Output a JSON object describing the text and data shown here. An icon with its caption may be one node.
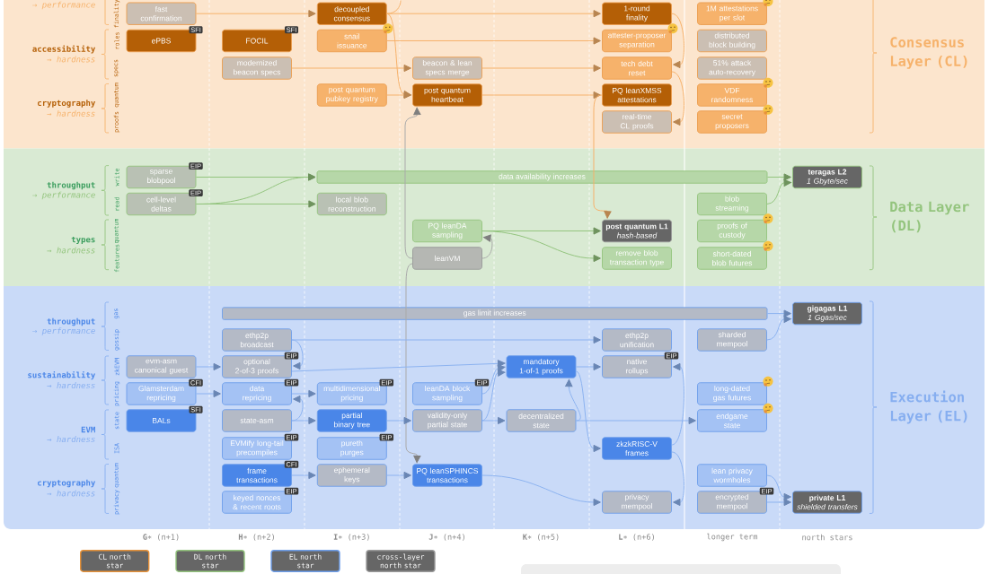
{
  "diagram": {
    "nodes": [
      {
        "text": [
          "Consensus Layer (CL)"
        ]
      },
      {
        "text": [
          "fast confirmation"
        ],
        "in": 0
      },
      {
        "text": [
          "ePBS"
        ],
        "in": 0,
        "beside": [
          "SFI"
        ]
      },
      {
        "text": [
          "FOCIL"
        ],
        "in": 0,
        "beside": [
          "SFI"
        ]
      },
      {
        "text": [
          "modernized beacon specs"
        ],
        "in": 0
      },
      {
        "text": [
          "decoupled consensus"
        ],
        "in": 0
      },
      {
        "text": [
          "snail issuance"
        ],
        "in": 0
      },
      {
        "text": [
          "post quantum pubkey registry"
        ],
        "in": 0
      },
      {
        "text": [
          "beacon & lean specs merge"
        ],
        "in": 0
      },
      {
        "text": [
          "post quantum heartbeat"
        ],
        "in": 0
      },
      {
        "text": [
          "1-round finality"
        ],
        "in": 0
      },
      {
        "text": [
          "attester-proposer separation"
        ],
        "in": 0
      },
      {
        "text": [
          "tech debt reset"
        ],
        "in": 0
      },
      {
        "text": [
          "PQ leanXMSS attestations"
        ],
        "in": 0
      },
      {
        "text": [
          "real-time CL proofs"
        ],
        "in": 0
      },
      {
        "text": [
          "1M attestations per slot"
        ],
        "in": 0
      },
      {
        "text": [
          "distributed block building"
        ],
        "in": 0
      },
      {
        "text": [
          "51% attack auto-recovery"
        ],
        "in": 0
      },
      {
        "text": [
          "VDF randomness"
        ],
        "in": 0
      },
      {
        "text": [
          "secret proposers"
        ],
        "in": 0
      },
      {
        "text": [
          "Data Layer (DL)"
        ]
      },
      {
        "text": [
          "sparse blobpool"
        ],
        "in": 20,
        "beside": [
          "EIP"
        ]
      },
      {
        "text": [
          "cell-level deltas"
        ],
        "in": 20,
        "beside": [
          "EIP"
        ]
      },
      {
        "text": [
          "data availability increases"
        ],
        "in": 20
      },
      {
        "text": [
          "local blob reconstruction"
        ],
        "in": 20
      },
      {
        "text": [
          "PQ leanDA sampling"
        ],
        "in": 20
      },
      {
        "text": [
          "leanVM"
        ],
        "in": 20
      },
      {
        "text": [
          "teragas L2",
          "1 Gbyte/sec"
        ],
        "in": 20
      },
      {
        "text": [
          "post quantum L1",
          "hash-based"
        ],
        "in": 20
      },
      {
        "text": [
          "remove blob transaction type"
        ],
        "in": 20
      },
      {
        "text": [
          "blob streaming"
        ],
        "in": 20
      },
      {
        "text": [
          "proofs of custody"
        ],
        "in": 20
      },
      {
        "text": [
          "short-dated blob futures"
        ],
        "in": 20
      },
      {
        "text": [
          "Execution Layer (EL)"
        ]
      },
      {
        "text": [
          "gas limit increases"
        ],
        "in": 33
      },
      {
        "text": [
          "ethp2p broadcast"
        ],
        "in": 33
      },
      {
        "text": [
          "evm-asm canonical guest"
        ],
        "in": 33
      },
      {
        "text": [
          "optional 2-of-3 proofs"
        ],
        "in": 33,
        "beside": [
          "EIP"
        ]
      },
      {
        "text": [
          "Glamsterdam repricing"
        ],
        "in": 33,
        "beside": [
          "CFI"
        ]
      },
      {
        "text": [
          "data repricing"
        ],
        "in": 33,
        "beside": [
          "EIP"
        ]
      },
      {
        "text": [
          "multidimensional pricing"
        ],
        "in": 33,
        "beside": [
          "EIP"
        ]
      },
      {
        "text": [
          "leanDA block sampling"
        ],
        "in": 33,
        "beside": [
          "EIP"
        ]
      },
      {
        "text": [
          "BALs"
        ],
        "in": 33,
        "beside": [
          "SFI"
        ]
      },
      {
        "text": [
          "state-asm"
        ],
        "in": 33
      },
      {
        "text": [
          "partial binary tree"
        ],
        "in": 33
      },
      {
        "text": [
          "validity-only partial state"
        ],
        "in": 33
      },
      {
        "text": [
          "EVMify long-tail precompiles"
        ],
        "in": 33,
        "beside": [
          "EIP"
        ]
      },
      {
        "text": [
          "pureth purges"
        ],
        "in": 33,
        "beside": [
          "EIP"
        ]
      },
      {
        "text": [
          "frame transactions"
        ],
        "in": 33,
        "beside": [
          "CFI"
        ]
      },
      {
        "text": [
          "ephemeral keys"
        ],
        "in": 33
      },
      {
        "text": [
          "PQ leanSPHINCS transactions"
        ],
        "in": 33
      },
      {
        "text": [
          "keyed nonces & recent roots"
        ],
        "in": 33,
        "beside": [
          "EIP"
        ]
      },
      {
        "text": [
          "mandatory 1-of-1 proofs"
        ],
        "in": 33
      },
      {
        "text": [
          "decentralized state"
        ],
        "in": 33
      },
      {
        "text": [
          "ethp2p unification"
        ],
        "in": 33
      },
      {
        "text": [
          "native rollups"
        ],
        "in": 33,
        "beside": [
          "EIP"
        ]
      },
      {
        "text": [
          "zkzkRISC-V frames"
        ],
        "in": 33
      },
      {
        "text": [
          "privacy mempool"
        ],
        "in": 33
      },
      {
        "text": [
          "sharded mempool"
        ],
        "in": 33
      },
      {
        "text": [
          "long-dated gas futures"
        ],
        "in": 33
      },
      {
        "text": [
          "endgame state"
        ],
        "in": 33
      },
      {
        "text": [
          "lean privacy wormholes"
        ],
        "in": 33
      },
      {
        "text": [
          "encrypted mempool"
        ],
        "in": 33,
        "beside": [
          "EIP"
        ]
      },
      {
        "text": [
          "gigagas L1",
          "1 Ggas/sec"
        ],
        "in": 33
      },
      {
        "text": [
          "private L1",
          "shielded transfers"
        ],
        "in": 33
      }
    ],
    "edges": [
      {
        "from": 1,
        "to": 5,
        "arrow": "to",
        "color": "#f6b26b"
      },
      {
        "from": 5,
        "to": null,
        "arrow": "none",
        "color": "#f6b26b"
      },
      {
        "from": 5,
        "to": 10,
        "arrow": "to",
        "color": "#f6b26b"
      },
      {
        "from": 5,
        "to": 9,
        "arrow": "to",
        "color": "#f6b26b"
      },
      {
        "from": 6,
        "to": 11,
        "arrow": "to",
        "color": "#f6b26b"
      },
      {
        "from": 4,
        "to": 8,
        "arrow": "to",
        "color": "#f6b26b"
      },
      {
        "from": 8,
        "to": 12,
        "arrow": "to",
        "color": "#f6b26b"
      },
      {
        "from": 7,
        "to": 9,
        "arrow": "to",
        "color": "#f6b26b"
      },
      {
        "from": 9,
        "to": 13,
        "arrow": "to",
        "color": "#f6b26b"
      },
      {
        "from": 10,
        "to": 12,
        "arrow": "to",
        "color": "#f6b26b"
      },
      {
        "from": 12,
        "to": 14,
        "arrow": "to",
        "color": "#f6b26b"
      },
      {
        "from": 13,
        "to": 28,
        "arrow": "to",
        "color": "#f6b26b"
      },
      {
        "from": 26,
        "to": 9,
        "arrow": "to",
        "color": "#aaaaaa"
      },
      {
        "from": 26,
        "to": 25,
        "arrow": "to",
        "color": "#aaaaaa"
      },
      {
        "from": 26,
        "to": 50,
        "arrow": "to",
        "color": "#aaaaaa"
      },
      {
        "from": 21,
        "to": 23,
        "arrow": "to",
        "color": "#93c47d"
      },
      {
        "from": 22,
        "to": 23,
        "arrow": "to",
        "color": "#93c47d"
      },
      {
        "from": 22,
        "to": 24,
        "arrow": "to",
        "color": "#93c47d"
      },
      {
        "from": 23,
        "to": 27,
        "arrow": "to",
        "color": "#93c47d"
      },
      {
        "from": 30,
        "to": 27,
        "arrow": "to",
        "color": "#93c47d"
      },
      {
        "from": 25,
        "to": 28,
        "arrow": "to",
        "color": "#93c47d"
      },
      {
        "from": 25,
        "to": 29,
        "arrow": "to",
        "color": "#93c47d"
      },
      {
        "from": 34,
        "to": 63,
        "arrow": "to"
      },
      {
        "from": 58,
        "to": 63,
        "arrow": "to"
      },
      {
        "from": 35,
        "to": 54,
        "arrow": "to"
      },
      {
        "from": 36,
        "to": 37,
        "arrow": "to"
      },
      {
        "from": 37,
        "to": 52,
        "arrow": "to"
      },
      {
        "from": 38,
        "to": 39,
        "arrow": "to"
      },
      {
        "from": 39,
        "to": 40,
        "arrow": "to"
      },
      {
        "from": 41,
        "to": 52,
        "arrow": "to"
      },
      {
        "from": 43,
        "to": 44,
        "arrow": "to"
      },
      {
        "from": 44,
        "to": 45,
        "arrow": "to"
      },
      {
        "from": 45,
        "to": 53,
        "arrow": "to"
      },
      {
        "from": 45,
        "to": 52,
        "arrow": "to"
      },
      {
        "from": 53,
        "to": 60,
        "arrow": "to"
      },
      {
        "from": 52,
        "to": 55,
        "arrow": "to"
      },
      {
        "from": 52,
        "to": 56,
        "arrow": "to"
      },
      {
        "from": 53,
        "to": 52,
        "arrow": "to"
      },
      {
        "from": 56,
        "to": 55,
        "arrow": "to"
      },
      {
        "from": 56,
        "to": 57,
        "arrow": "to"
      },
      {
        "from": 48,
        "to": 49,
        "arrow": "to"
      },
      {
        "from": 49,
        "to": 50,
        "arrow": "to"
      },
      {
        "from": 50,
        "to": 57,
        "arrow": "to"
      },
      {
        "from": 61,
        "to": 64,
        "arrow": "to"
      },
      {
        "from": 62,
        "to": 64,
        "arrow": "to"
      },
      {
        "from": 35,
        "to": 37,
        "arrow": "to"
      },
      {
        "from": 43,
        "to": 39,
        "arrow": "to"
      }
    ],
    "labels": [
      "→ performance",
      "finality",
      "accessibility",
      "→ hardness",
      "roles",
      "specs",
      "cryptography",
      "→ hardness",
      "quantum",
      "proofs",
      "throughput",
      "→ performance",
      "write",
      "read",
      "types",
      "→ hardness",
      "quantum",
      "features",
      "throughput",
      "→ performance",
      "gas",
      "gossip",
      "sustainability",
      "→ hardness",
      "zkEVM",
      "pricing",
      "EVM",
      "→ hardness",
      "state",
      "ISA",
      "cryptography",
      "→ hardness",
      "quantum",
      "privacy",
      "**G**∗ (n+1)",
      "**H**∗ (n+2)",
      "**I**∗ (n+3)",
      "**J**∗ (n+4)",
      "**K**∗ (n+5)",
      "**L**∗ (n+6)",
      "longer term",
      "north stars"
    ],
    "legend": [
      {
        "text": "CL north star"
      },
      {
        "text": "DL north star"
      },
      {
        "text": "EL north star"
      },
      {
        "text": "cross-layer north star"
      }
    ]
  }
}
